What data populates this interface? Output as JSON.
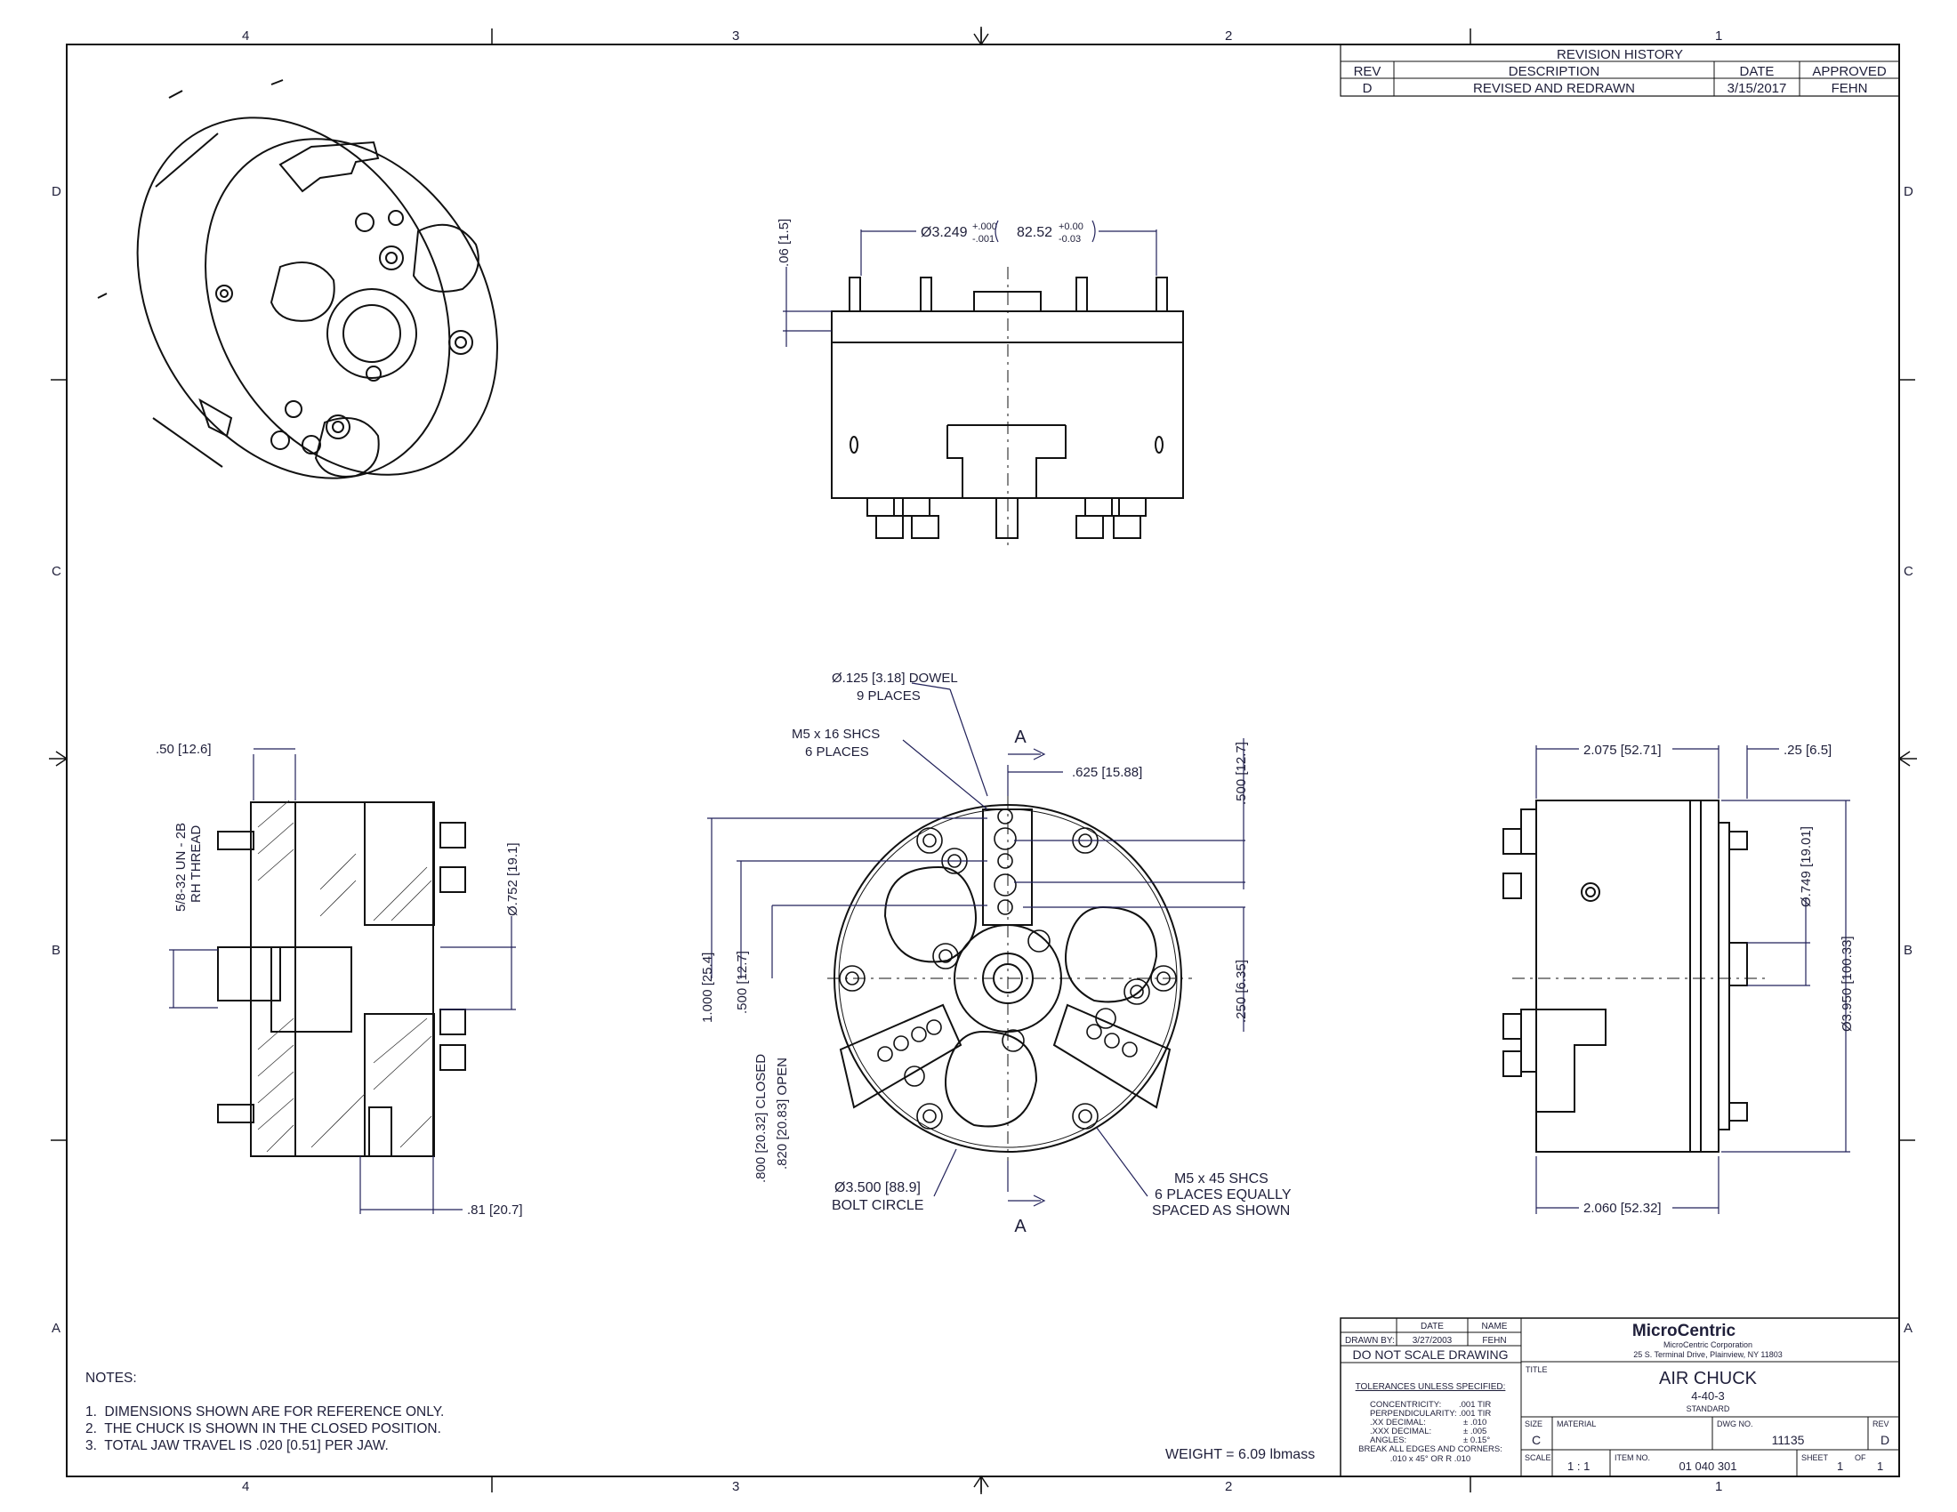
{
  "border": {
    "zones_top": [
      "4",
      "3",
      "2",
      "1"
    ],
    "zones_side": [
      "D",
      "C",
      "B",
      "A"
    ]
  },
  "revision": {
    "title": "REVISION HISTORY",
    "headers": [
      "REV",
      "DESCRIPTION",
      "DATE",
      "APPROVED"
    ],
    "rows": [
      [
        "D",
        "REVISED AND REDRAWN",
        "3/15/2017",
        "FEHN"
      ]
    ]
  },
  "dims": {
    "top_dia": "Ø3.249",
    "top_dia_tol_plus": "+.000",
    "top_dia_tol_minus": "-.001",
    "top_dia_mm": "82.52",
    "top_dia_mm_tol_plus": "+0.00",
    "top_dia_mm_tol_minus": "-0.03",
    "top_height": ".06 [1.5]",
    "dowel_line1": "Ø.125 [3.18] DOWEL",
    "dowel_line2": "9 PLACES",
    "shcs16_line1": "M5 x 16 SHCS",
    "shcs16_line2": "6 PLACES",
    "section_a": "A",
    "offset_625": ".625 [15.88]",
    "v_500_top": ".500 [12.7]",
    "v_250": ".250 [6.35]",
    "v_1000": "1.000 [25.4]",
    "v_500": ".500 [12.7]",
    "closed": ".800 [20.32] CLOSED",
    "open": ".820 [20.83] OPEN",
    "bolt_circle_line1": "Ø3.500 [88.9]",
    "bolt_circle_line2": "BOLT CIRCLE",
    "shcs45_line1": "M5 x 45 SHCS",
    "shcs45_line2": "6 PLACES EQUALLY",
    "shcs45_line3": "SPACED AS SHOWN",
    "left_50": ".50 [12.6]",
    "thread_line1": "5/8-32 UN - 2B",
    "thread_line2": "RH THREAD",
    "left_752": "Ø.752 [19.1]",
    "left_81": ".81 [20.7]",
    "right_2075": "2.075 [52.71]",
    "right_25": ".25 [6.5]",
    "right_749": "Ø.749 [19.01]",
    "right_3950": "Ø3.950 [100.33]",
    "right_2060": "2.060 [52.32]"
  },
  "notes": {
    "heading": "NOTES:",
    "items": [
      "1.  DIMENSIONS SHOWN ARE FOR REFERENCE ONLY.",
      "2.  THE CHUCK IS SHOWN IN THE CLOSED POSITION.",
      "3.  TOTAL JAW TRAVEL IS .020 [0.51] PER JAW."
    ]
  },
  "weight": "WEIGHT = 6.09 lbmass",
  "title_block": {
    "date_hdr": "DATE",
    "name_hdr": "NAME",
    "drawn_by": "DRAWN BY:",
    "drawn_date": "3/27/2003",
    "drawn_name": "FEHN",
    "do_not_scale": "DO NOT SCALE DRAWING",
    "tol_hdr": "TOLERANCES UNLESS SPECIFIED:",
    "tol_rows": [
      [
        "CONCENTRICITY:",
        ".001 TIR"
      ],
      [
        "PERPENDICULARITY:",
        ".001 TIR"
      ],
      [
        ".XX  DECIMAL:",
        "± .010"
      ],
      [
        ".XXX DECIMAL:",
        "± .005"
      ],
      [
        "ANGLES:",
        "± 0.15°"
      ]
    ],
    "break_edges1": "BREAK ALL EDGES AND CORNERS:",
    "break_edges2": ".010 x 45° OR R .010",
    "company": "MicroCentric",
    "company_full": "MicroCentric Corporation",
    "address": "25 S. Terminal Drive, Plainview, NY 11803",
    "title_lbl": "TITLE",
    "title": "AIR CHUCK",
    "subtitle": "4-40-3",
    "subtitle2": "STANDARD",
    "size_lbl": "SIZE",
    "size": "C",
    "material_lbl": "MATERIAL",
    "dwg_lbl": "DWG NO.",
    "dwg_no": "11135",
    "rev_lbl": "REV",
    "rev": "D",
    "scale_lbl": "SCALE",
    "scale": "1 : 1",
    "item_lbl": "ITEM NO.",
    "item_no": "01 040 301",
    "sheet_lbl": "SHEET",
    "sheet": "1",
    "of_lbl": "OF",
    "sheets": "1"
  },
  "colors": {
    "ink": "#1f1f3a",
    "line": "#111111"
  }
}
